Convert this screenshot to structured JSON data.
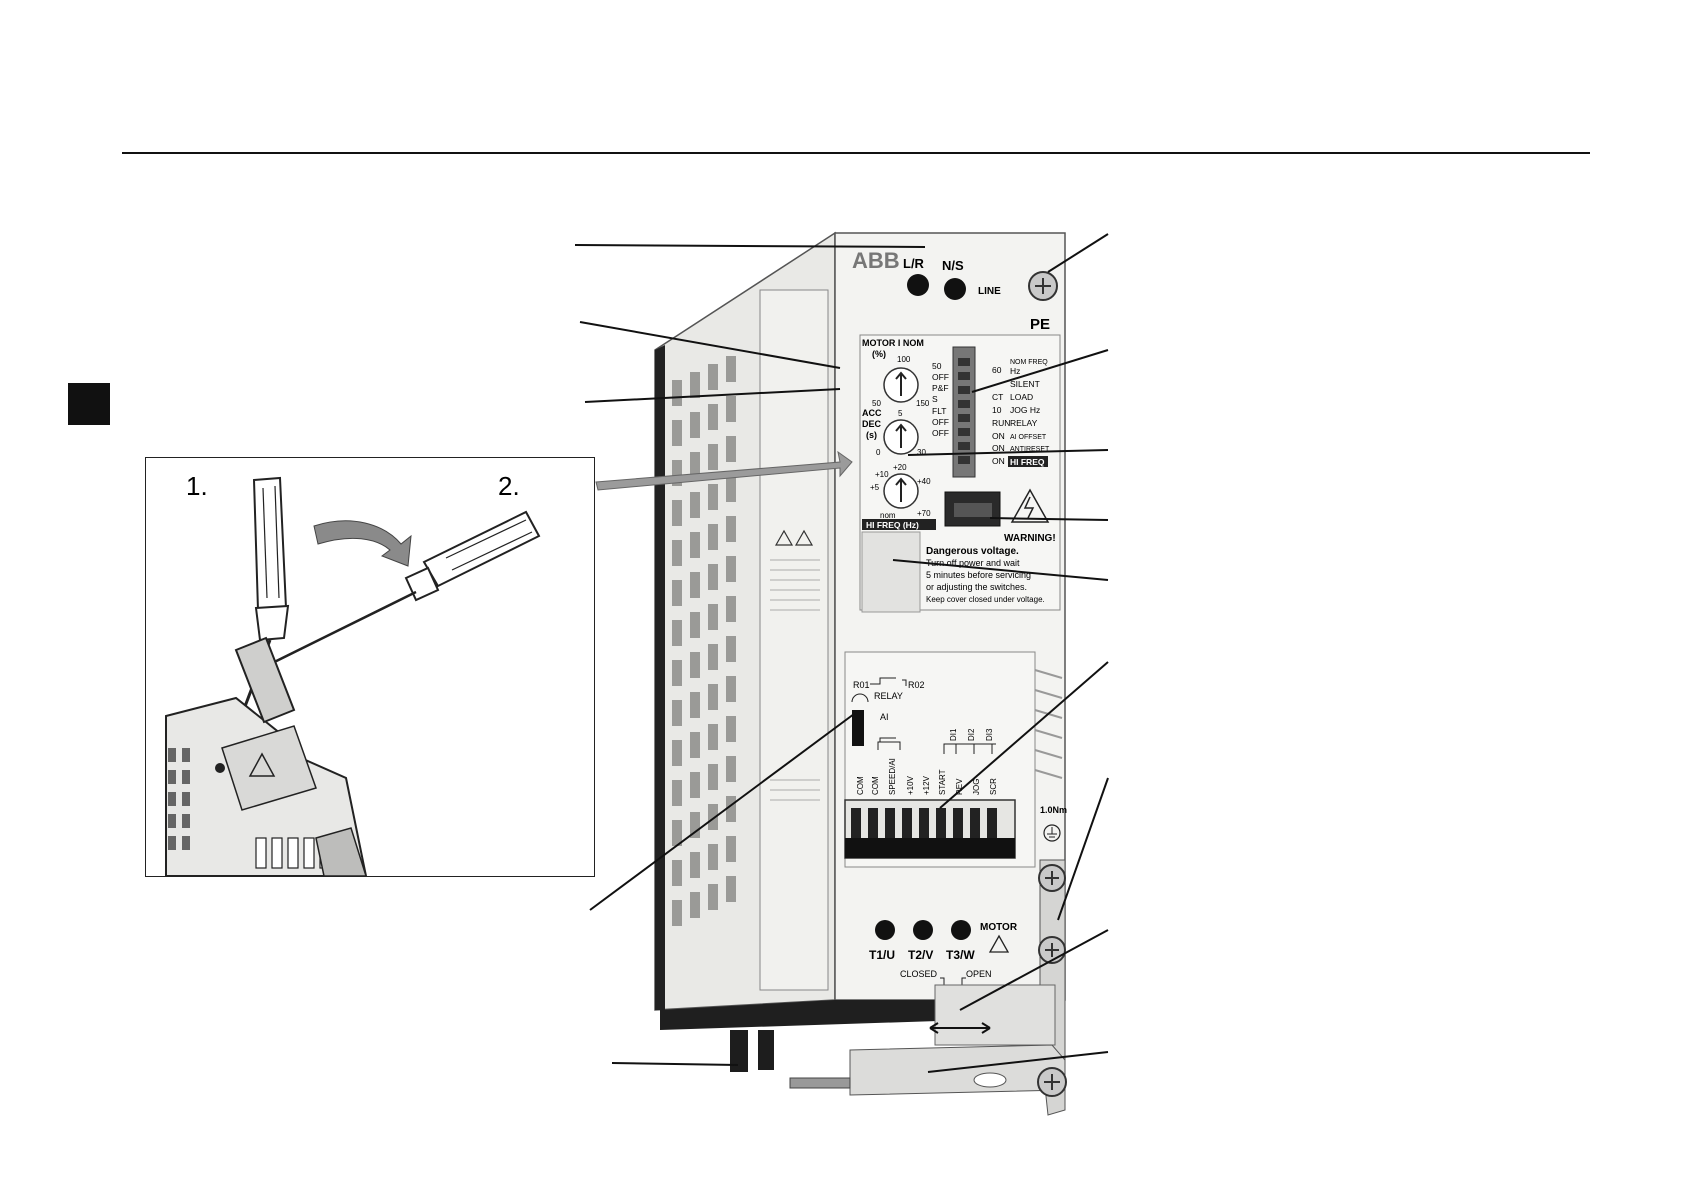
{
  "device": {
    "brand": "ABB",
    "top_buttons": [
      "L/R",
      "N/S"
    ],
    "line_label": "LINE",
    "pe_label": "PE",
    "motor_i_nom": {
      "title": "MOTOR I NOM",
      "unit": "(%)",
      "ticks": [
        "100",
        "50",
        "150"
      ]
    },
    "acc_dec": {
      "title": "ACC",
      "title2": "DEC",
      "unit": "(s)",
      "ticks": [
        "5",
        "0",
        "30"
      ]
    },
    "hi_freq": {
      "ticks": [
        "+20",
        "+10",
        "+40",
        "+5",
        "nom",
        "+70"
      ],
      "label": "HI FREQ (Hz)"
    },
    "dip_left": [
      "50",
      "OFF",
      "P&F",
      "S",
      "FLT",
      "OFF",
      "OFF"
    ],
    "dip_right_values": [
      "60",
      "CT",
      "10",
      "RUN",
      "ON",
      "ON",
      "ON"
    ],
    "dip_right_labels": [
      "NOM FREQ",
      "Hz",
      "SILENT",
      "LOAD",
      "JOG Hz",
      "RELAY",
      "AI OFFSET",
      "ANTIRESET",
      "HI FREQ"
    ],
    "warning": {
      "title": "WARNING!",
      "line1": "Dangerous voltage.",
      "line2": "Turn off power and wait",
      "line3": "5 minutes before servicing",
      "line4": "or adjusting the switches.",
      "line5": "Keep cover closed under voltage."
    },
    "relay": {
      "label": "RELAY",
      "r01": "R01",
      "r02": "R02",
      "ai": "AI"
    },
    "io_terminals": [
      "COM",
      "COM",
      "SPEED/AI",
      "+10V",
      "+12V",
      "START",
      "REV",
      "JOG",
      "SCR"
    ],
    "di_labels": [
      "DI1",
      "DI2",
      "DI3"
    ],
    "torque": "1.0Nm",
    "motor_terminals": [
      "T1/U",
      "T2/V",
      "T3/W"
    ],
    "motor_label": "MOTOR",
    "closed_label": "CLOSED",
    "open_label": "OPEN"
  },
  "inset": {
    "step1": "1.",
    "step2": "2."
  }
}
